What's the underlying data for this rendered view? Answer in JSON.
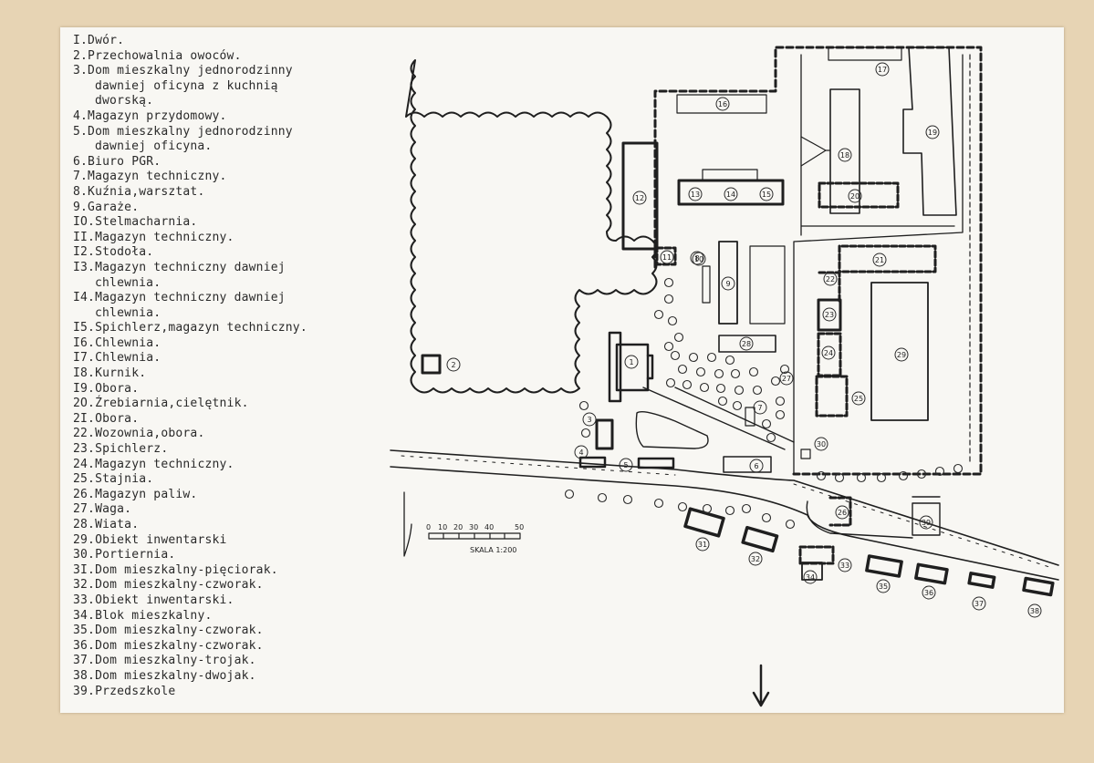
{
  "legend": {
    "items": [
      {
        "lines": [
          "I.Dwór."
        ]
      },
      {
        "lines": [
          "2.Przechowalnia owoców."
        ]
      },
      {
        "lines": [
          "3.Dom mieszkalny jednorodzinny",
          "dawniej oficyna z kuchnią",
          "dworską."
        ]
      },
      {
        "lines": [
          "4.Magazyn przydomowy."
        ]
      },
      {
        "lines": [
          "5.Dom mieszkalny jednorodzinny",
          "dawniej oficyna."
        ]
      },
      {
        "lines": [
          "6.Biuro PGR."
        ]
      },
      {
        "lines": [
          "7.Magazyn techniczny."
        ]
      },
      {
        "lines": [
          "8.Kuźnia,warsztat."
        ]
      },
      {
        "lines": [
          "9.Garaże."
        ]
      },
      {
        "lines": [
          "IO.Stelmacharnia."
        ]
      },
      {
        "lines": [
          "II.Magazyn techniczny."
        ]
      },
      {
        "lines": [
          "I2.Stodoła."
        ]
      },
      {
        "lines": [
          "I3.Magazyn techniczny dawniej",
          "chlewnia."
        ]
      },
      {
        "lines": [
          "I4.Magazyn techniczny dawniej",
          "chlewnia."
        ]
      },
      {
        "lines": [
          "I5.Spichlerz,magazyn techniczny."
        ]
      },
      {
        "lines": [
          "I6.Chlewnia."
        ]
      },
      {
        "lines": [
          "I7.Chlewnia."
        ]
      },
      {
        "lines": [
          "I8.Kurnik."
        ]
      },
      {
        "lines": [
          "I9.Obora."
        ]
      },
      {
        "lines": [
          "2O.Źrebiarnia,cielętnik."
        ]
      },
      {
        "lines": [
          "2I.Obora."
        ]
      },
      {
        "lines": [
          "22.Wozownia,obora."
        ]
      },
      {
        "lines": [
          "23.Spichlerz."
        ]
      },
      {
        "lines": [
          "24.Magazyn techniczny."
        ]
      },
      {
        "lines": [
          "25.Stajnia."
        ]
      },
      {
        "lines": [
          "26.Magazyn paliw."
        ]
      },
      {
        "lines": [
          "27.Waga."
        ]
      },
      {
        "lines": [
          "28.Wiata."
        ]
      },
      {
        "lines": [
          "29.Obiekt inwentarski"
        ]
      },
      {
        "lines": [
          "30.Portiernia."
        ]
      },
      {
        "lines": [
          "3I.Dom mieszkalny-pięciorak."
        ]
      },
      {
        "lines": [
          "32.Dom mieszkalny-czworak."
        ]
      },
      {
        "lines": [
          "33.Obiekt inwentarski."
        ]
      },
      {
        "lines": [
          "34.Blok mieszkalny."
        ]
      },
      {
        "lines": [
          "35.Dom mieszkalny-czworak."
        ]
      },
      {
        "lines": [
          "36.Dom mieszkalny-czworak."
        ]
      },
      {
        "lines": [
          "37.Dom mieszkalny-trojak."
        ]
      },
      {
        "lines": [
          "38.Dom mieszkalny-dwojak."
        ]
      },
      {
        "lines": [
          "39.Przedszkole"
        ]
      }
    ]
  },
  "map": {
    "scale_label": "SKALA 1:200",
    "scale_ticks": [
      "0",
      "10",
      "20",
      "30",
      "40",
      "50"
    ],
    "building_labels": [
      "1",
      "2",
      "3",
      "4",
      "5",
      "6",
      "7",
      "8",
      "9",
      "10",
      "11",
      "12",
      "13",
      "14",
      "15",
      "16",
      "17",
      "18",
      "19",
      "20",
      "21",
      "22",
      "23",
      "24",
      "25",
      "26",
      "27",
      "28",
      "29",
      "30",
      "31",
      "32",
      "33",
      "34",
      "35",
      "36",
      "37",
      "38",
      "39"
    ],
    "ink_color": "#1f1f1f",
    "paper_color": "#f8f7f3",
    "mount_color": "#e7d4b4"
  }
}
